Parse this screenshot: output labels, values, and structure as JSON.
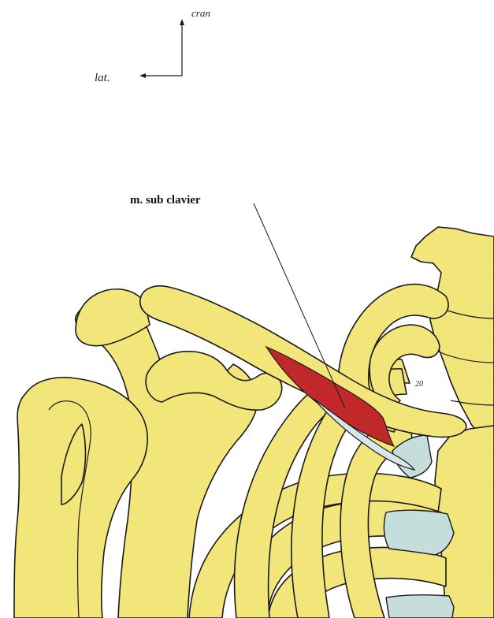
{
  "orientation": {
    "cranial_label": "cran",
    "lateral_label": "lat."
  },
  "muscle_label": "m. sub clavier",
  "small_mark": "20",
  "colors": {
    "background": "#ffffff",
    "bone": "#f2e57a",
    "outline": "#1a1a1a",
    "muscle": "#c0282a",
    "cartilage": "#c5dedb",
    "tendon": "#d8e6ec"
  }
}
